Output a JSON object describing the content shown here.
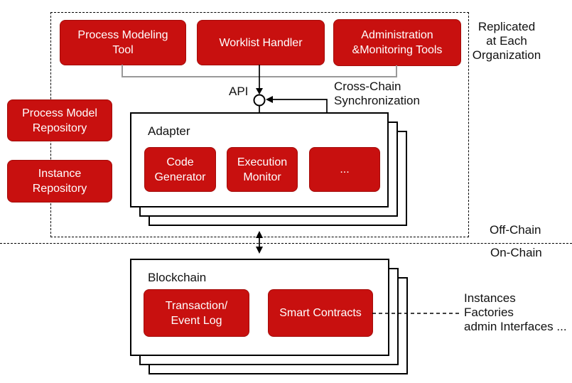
{
  "diagram": {
    "title_hint": "Blockchain process execution architecture",
    "top_boxes": [
      {
        "label": "Process Modeling\nTool"
      },
      {
        "label": "Worklist Handler"
      },
      {
        "label": "Administration\n&Monitoring Tools"
      }
    ],
    "side_boxes": [
      {
        "label": "Process Model\nRepository"
      },
      {
        "label": "Instance\nRepository"
      }
    ],
    "adapter": {
      "title": "Adapter",
      "boxes": [
        {
          "label": "Code\nGenerator"
        },
        {
          "label": "Execution\nMonitor"
        },
        {
          "label": "..."
        }
      ]
    },
    "blockchain": {
      "title": "Blockchain",
      "boxes": [
        {
          "label": "Transaction/\nEvent Log"
        },
        {
          "label": "Smart Contracts"
        }
      ]
    },
    "labels": {
      "replicated": "Replicated\nat Each\nOrganization",
      "api": "API",
      "cross_chain": "Cross-Chain\nSynchronization",
      "off_chain": "Off-Chain",
      "on_chain": "On-Chain",
      "instances": "Instances\nFactories\nadmin Interfaces ..."
    },
    "colors": {
      "box_red": "#C8100F",
      "box_red_border": "#A30C0A",
      "connector_gray": "#999999",
      "line_black": "#000000"
    }
  }
}
